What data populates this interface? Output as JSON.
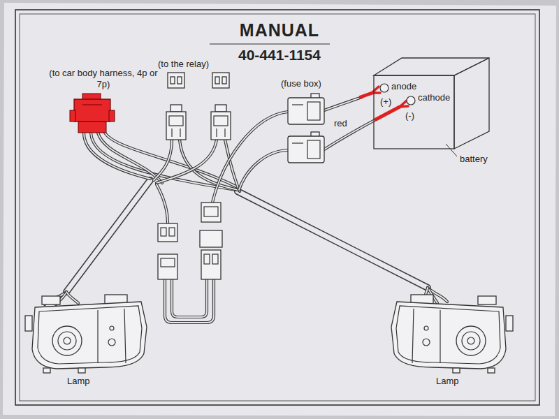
{
  "diagram": {
    "title": "MANUAL",
    "nodes": [
      {
        "text": [
          "anode",
          "(+)",
          "cathode",
          "(-)"
        ]
      }
    ],
    "labels": [
      "40-441-1154",
      "(to car body harness, 4p or 7p)",
      "(to the relay)",
      "(fuse box)",
      "red",
      "battery",
      "Lamp",
      "Lamp"
    ]
  }
}
